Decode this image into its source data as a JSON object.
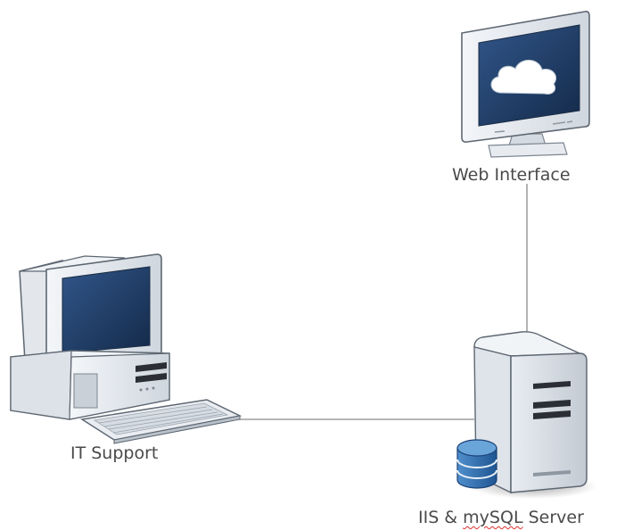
{
  "diagram": {
    "nodes": {
      "web_interface": {
        "label": "Web Interface"
      },
      "it_support": {
        "label": "IT Support"
      },
      "server": {
        "label_prefix": "IIS & ",
        "label_flagged": "mySQL",
        "label_suffix": " Server"
      }
    },
    "edges": [
      {
        "from": "web_interface",
        "to": "server"
      },
      {
        "from": "it_support",
        "to": "server"
      }
    ]
  },
  "colors": {
    "line": "#8a8a8a",
    "screen_blue": "#1f3d66",
    "database_blue": "#2f6fa8",
    "label_text": "#4a4a4a",
    "spellcheck_underline": "#e03030"
  }
}
